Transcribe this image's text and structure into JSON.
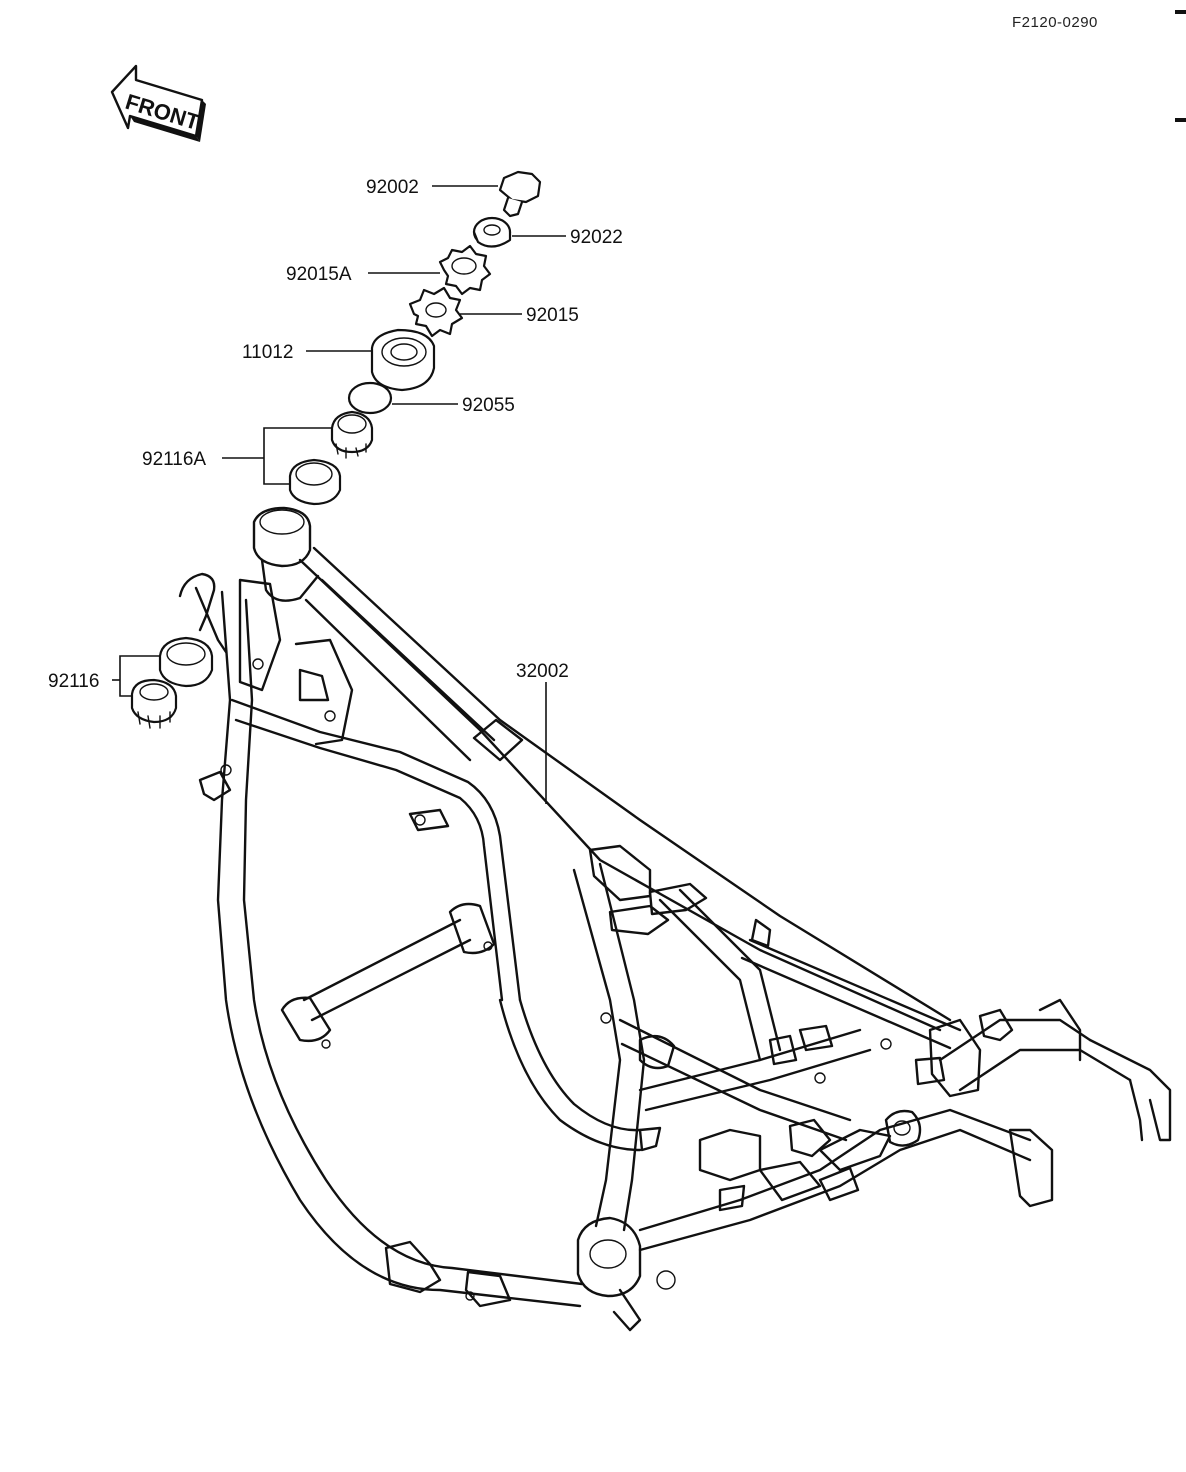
{
  "diagram": {
    "code": "F2120-0290",
    "front_label": "FRONT",
    "parts": {
      "p92002": "92002",
      "p92022": "92022",
      "p92015A": "92015A",
      "p92015": "92015",
      "p11012": "11012",
      "p92055": "92055",
      "p92116A": "92116A",
      "p92116": "92116",
      "p32002": "32002"
    }
  }
}
